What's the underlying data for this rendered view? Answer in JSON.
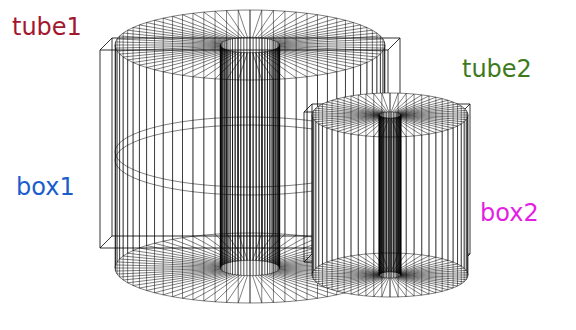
{
  "diagram": {
    "labels": [
      "tube1",
      "tube2",
      "box1",
      "box2"
    ]
  }
}
